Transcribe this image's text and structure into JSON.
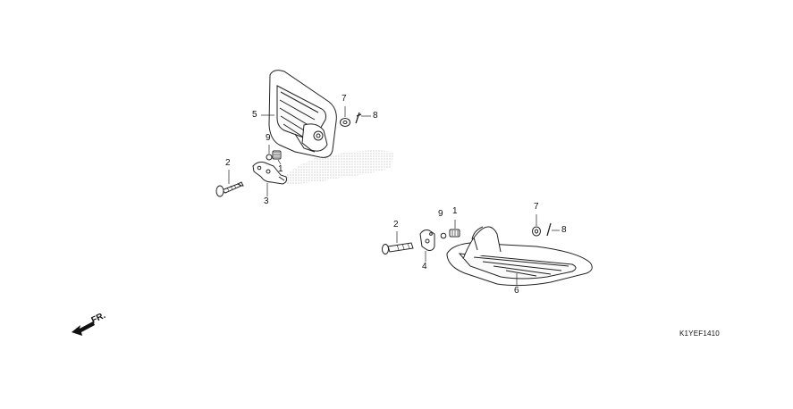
{
  "diagram": {
    "code": "K1YEF1410",
    "direction_label": "FR.",
    "callouts": {
      "left_5": "5",
      "left_7": "7",
      "left_8": "8",
      "left_9": "9",
      "left_1": "1",
      "left_2": "2",
      "left_3": "3",
      "right_2": "2",
      "right_9": "9",
      "right_1": "1",
      "right_4": "4",
      "right_7": "7",
      "right_8": "8",
      "right_6": "6"
    }
  }
}
